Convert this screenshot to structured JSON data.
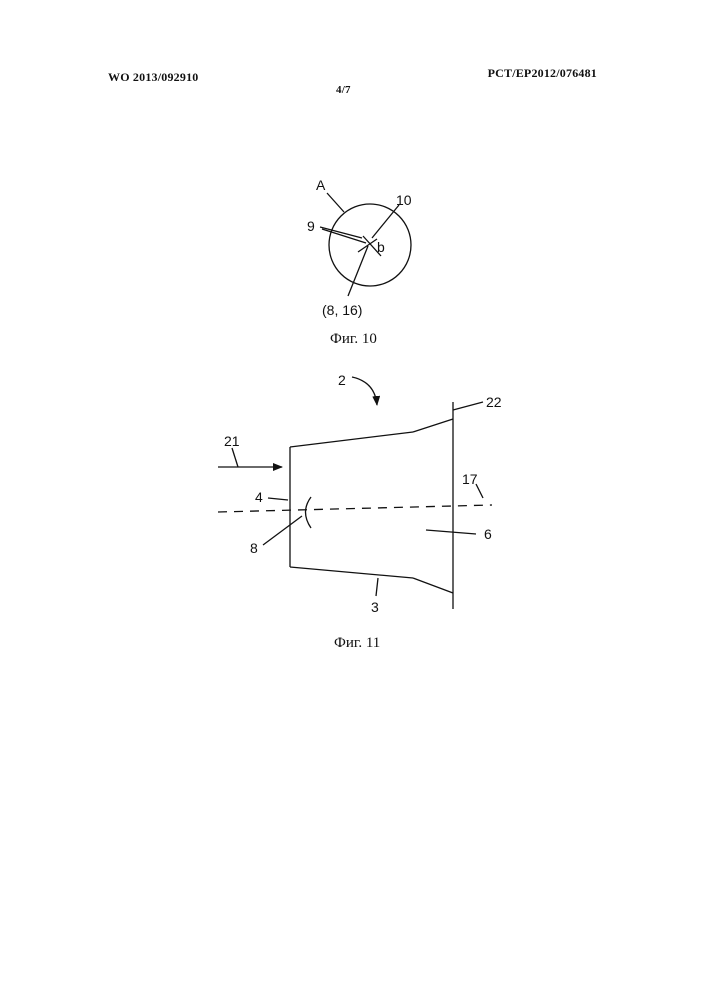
{
  "header": {
    "publication_number": "WO 2013/092910",
    "application_number": "PCT/EP2012/076481",
    "sheet": "4/7"
  },
  "figure10": {
    "caption": "Фиг. 10",
    "label_A": "A",
    "label_9": "9",
    "label_10": "10",
    "label_b": "b",
    "label_8_16": "(8, 16)"
  },
  "figure11": {
    "caption": "Фиг. 11",
    "label_2": "2",
    "label_22": "22",
    "label_21": "21",
    "label_17": "17",
    "label_4": "4",
    "label_6": "6",
    "label_8": "8",
    "label_3": "3"
  }
}
